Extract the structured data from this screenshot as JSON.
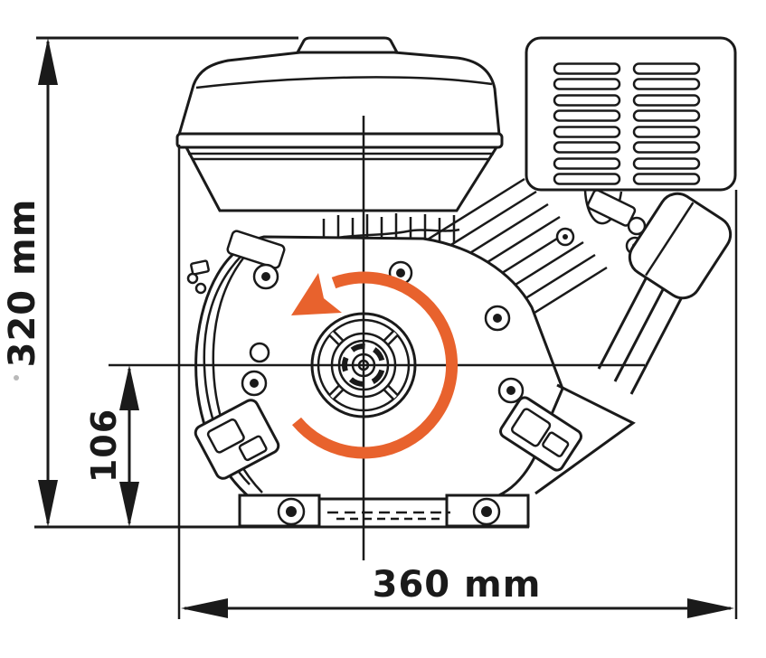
{
  "diagram_type": "engine-technical-dimension-drawing",
  "dimensions": {
    "height_overall": {
      "label": "320 mm",
      "value": 320,
      "unit": "mm",
      "orientation": "vertical"
    },
    "crankshaft_height": {
      "label": "106",
      "value": 106,
      "unit": "",
      "orientation": "vertical"
    },
    "width_overall": {
      "label": "360 mm",
      "value": 360,
      "unit": "mm",
      "orientation": "horizontal"
    }
  },
  "rotation_indicator": {
    "direction": "counterclockwise",
    "style": "circular-arrow"
  },
  "colors": {
    "ink": "#1a1a1a",
    "rotation_arrow": "#e8622d",
    "background": "#ffffff"
  }
}
